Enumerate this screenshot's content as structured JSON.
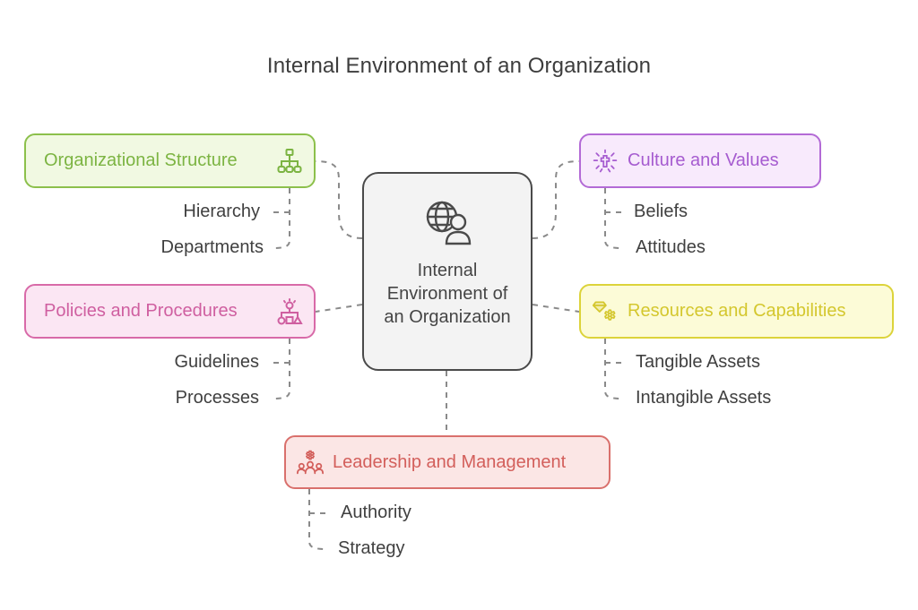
{
  "title": "Internal Environment of an Organization",
  "center": {
    "label": "Internal Environment of an Organization",
    "icon": "globe-user-icon"
  },
  "branches": [
    {
      "id": "organizational-structure",
      "label": "Organizational Structure",
      "icon": "hierarchy-icon",
      "color": "#8cc04b",
      "children": [
        "Hierarchy",
        "Departments"
      ]
    },
    {
      "id": "culture-values",
      "label": "Culture and Values",
      "icon": "radiant-cross-icon",
      "color": "#b36ad6",
      "children": [
        "Beliefs",
        "Attitudes"
      ]
    },
    {
      "id": "policies-procedures",
      "label": "Policies and Procedures",
      "icon": "lightbulb-shapes-icon",
      "color": "#d86aa8",
      "children": [
        "Guidelines",
        "Processes"
      ]
    },
    {
      "id": "resources-capabilities",
      "label": "Resources and Capabilities",
      "icon": "gem-gear-icon",
      "color": "#dcd33a",
      "children": [
        "Tangible Assets",
        "Intangible Assets"
      ]
    },
    {
      "id": "leadership-management",
      "label": "Leadership and Management",
      "icon": "team-gear-icon",
      "color": "#d9706c",
      "children": [
        "Authority",
        "Strategy"
      ]
    }
  ]
}
